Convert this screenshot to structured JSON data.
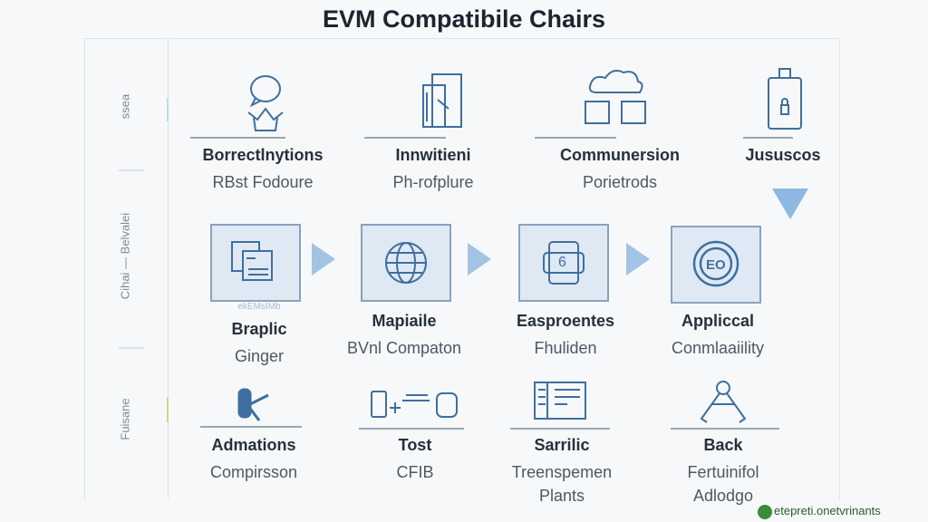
{
  "title": "EVM Compatibile Chairs",
  "side_labels": [
    "ssea",
    "Cihai — Belvalei",
    "Fuisane"
  ],
  "rows": [
    [
      {
        "title": "Borrectlnytions",
        "sub": [
          "RBst Fodoure"
        ],
        "icon": "chat-bubble-icon"
      },
      {
        "title": "Innwitieni",
        "sub": [
          "Ph-rofplure"
        ],
        "icon": "documents-icon"
      },
      {
        "title": "Communersion",
        "sub": [
          "Porietrods"
        ],
        "icon": "cloud-network-icon"
      },
      {
        "title": "Jususcos",
        "sub": [],
        "icon": "lock-device-icon"
      }
    ],
    [
      {
        "title": "Braplic",
        "sub": [
          "Ginger"
        ],
        "caption": "ekEMsIMb",
        "icon": "windows-icon"
      },
      {
        "title": "Mapiaile",
        "sub": [
          "BVnl Compaton"
        ],
        "icon": "globe-icon"
      },
      {
        "title": "Easproentes",
        "sub": [
          "Fhuliden"
        ],
        "icon": "device-icon"
      },
      {
        "title": "Appliccal",
        "sub": [
          "Conmlaaiility"
        ],
        "icon": "coin-icon"
      }
    ],
    [
      {
        "title": "Admations",
        "sub": [
          "Compirsson"
        ],
        "icon": "tool-icon"
      },
      {
        "title": "Tost",
        "sub": [
          "CFIB"
        ],
        "icon": "connect-icon"
      },
      {
        "title": "Sarrilic",
        "sub": [
          "Treenspemen",
          "Plants"
        ],
        "icon": "book-icon"
      },
      {
        "title": "Back",
        "sub": [
          "Fertuinifol",
          "Adlodgo"
        ],
        "icon": "compass-icon"
      }
    ]
  ],
  "watermark": "etepreti.onetvrinants",
  "colors": {
    "accent": "#a3c3e4",
    "icon": "#3f6f9f",
    "box": "#dfe9f4"
  }
}
